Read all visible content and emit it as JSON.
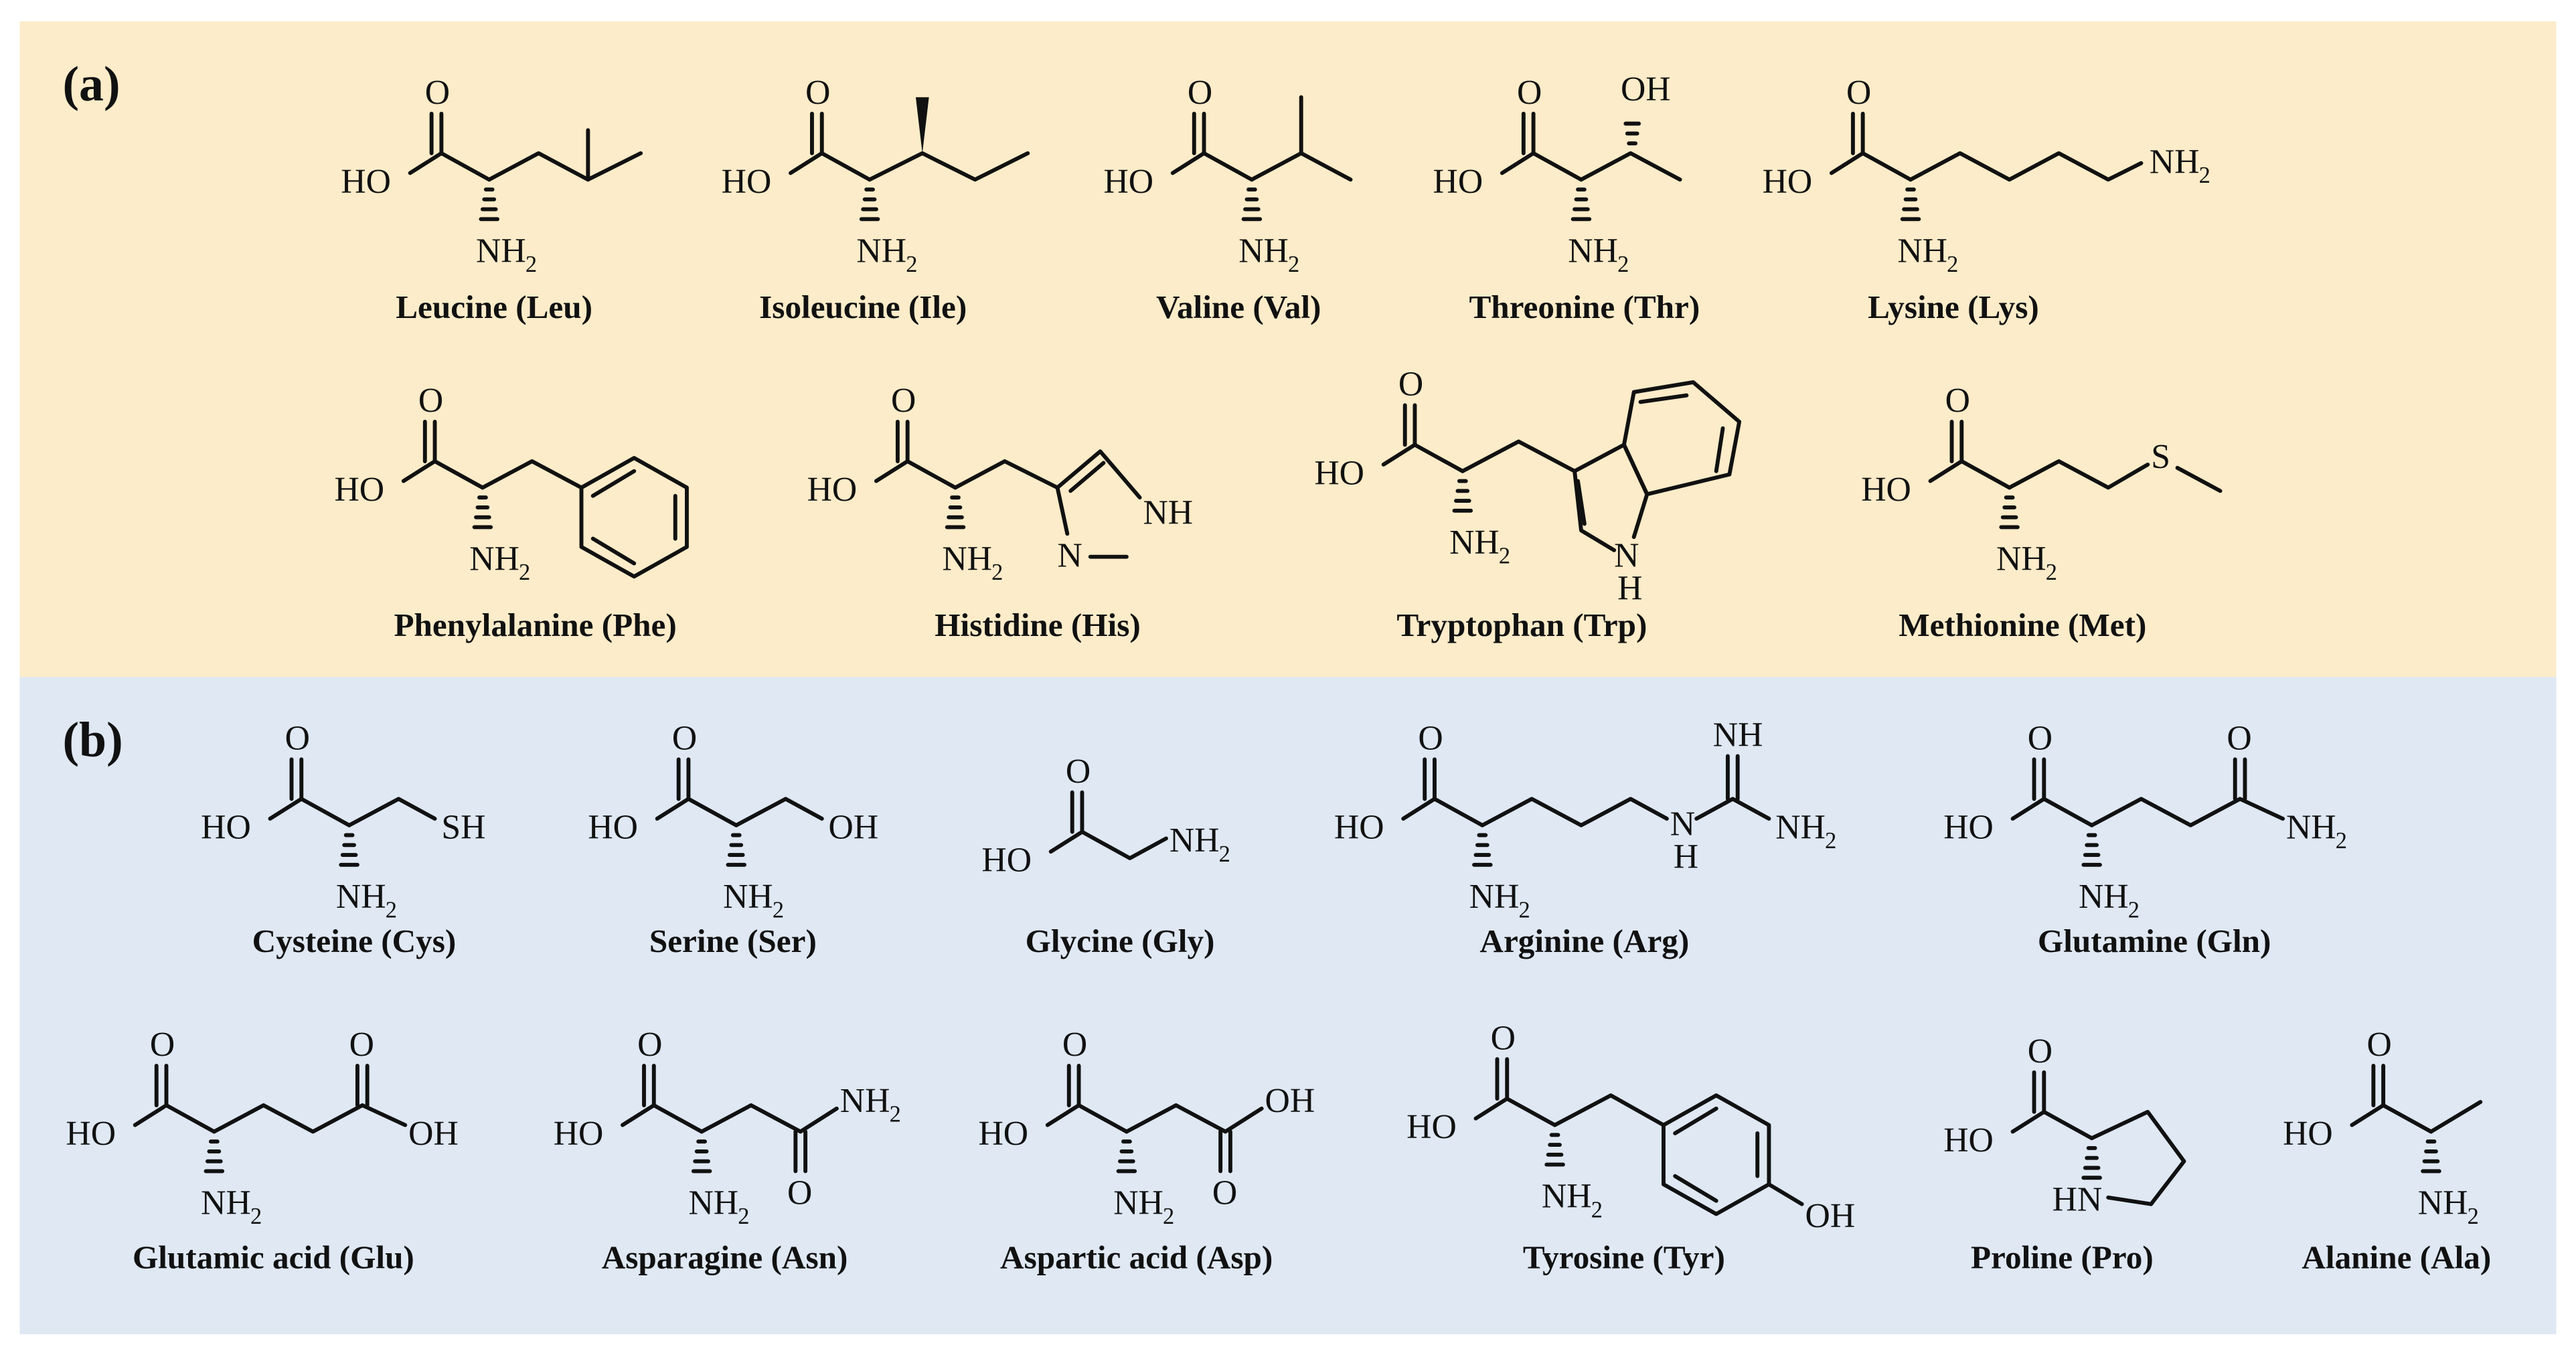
{
  "colors": {
    "panel_a_bg": "#fcecc9",
    "panel_b_bg": "#dfe8f3",
    "ink": "#111111"
  },
  "panels": [
    {
      "label": "(a)",
      "molecules": [
        {
          "name": "Leucine (Leu)"
        },
        {
          "name": "Isoleucine (Ile)"
        },
        {
          "name": "Valine (Val)"
        },
        {
          "name": "Threonine (Thr)"
        },
        {
          "name": "Lysine (Lys)"
        },
        {
          "name": "Phenylalanine (Phe)"
        },
        {
          "name": "Histidine (His)"
        },
        {
          "name": "Tryptophan (Trp)"
        },
        {
          "name": "Methionine (Met)"
        }
      ]
    },
    {
      "label": "(b)",
      "molecules": [
        {
          "name": "Cysteine (Cys)"
        },
        {
          "name": "Serine (Ser)"
        },
        {
          "name": "Glycine (Gly)"
        },
        {
          "name": "Arginine (Arg)"
        },
        {
          "name": "Glutamine (Gln)"
        },
        {
          "name": "Glutamic acid (Glu)"
        },
        {
          "name": "Asparagine (Asn)"
        },
        {
          "name": "Aspartic acid (Asp)"
        },
        {
          "name": "Tyrosine (Tyr)"
        },
        {
          "name": "Proline (Pro)"
        },
        {
          "name": "Alanine (Ala)"
        }
      ]
    }
  ],
  "atom_labels": {
    "hydroxyl_left": "HO",
    "carbonyl_o": "O",
    "amine_n": "NH",
    "subscript_2": "2",
    "amine_nh2": "NH2",
    "hydroxyl_right": "OH",
    "thiol": "SH",
    "sulfur": "S",
    "nitrogen": "N",
    "nh": "NH",
    "hydrogen": "H",
    "imine": "NH",
    "pyrrolidine_nh": "HN"
  }
}
